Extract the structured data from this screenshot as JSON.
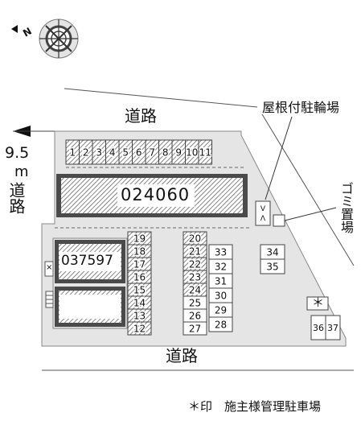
{
  "compass": {
    "north_label": "N",
    "icon": "compass-rose-icon"
  },
  "roads": {
    "top": "道路",
    "bottom": "道路",
    "left": "道路",
    "left_width_num": "9.5",
    "left_width_unit": "m"
  },
  "labels": {
    "bicycle_parking": "屋根付駐輪場",
    "garbage": "ゴミ置場",
    "owner_parking_mark": "＊",
    "legend": "＊印　施主様管理駐車場"
  },
  "buildings": [
    {
      "name": "024060"
    },
    {
      "name": "037597"
    }
  ],
  "gate_mark": "×",
  "parking": {
    "top_row": [
      "1",
      "2",
      "3",
      "4",
      "5",
      "6",
      "7",
      "8",
      "9",
      "10",
      "11"
    ],
    "col_a": [
      "19",
      "18",
      "17",
      "16",
      "15",
      "14",
      "13",
      "12"
    ],
    "col_b": [
      "20",
      "21",
      "22",
      "23",
      "24",
      "25",
      "26",
      "27"
    ],
    "col_c": [
      "33",
      "32",
      "31",
      "30",
      "29",
      "28"
    ],
    "pair": [
      "34",
      "35"
    ],
    "right": [
      "36",
      "37"
    ]
  }
}
